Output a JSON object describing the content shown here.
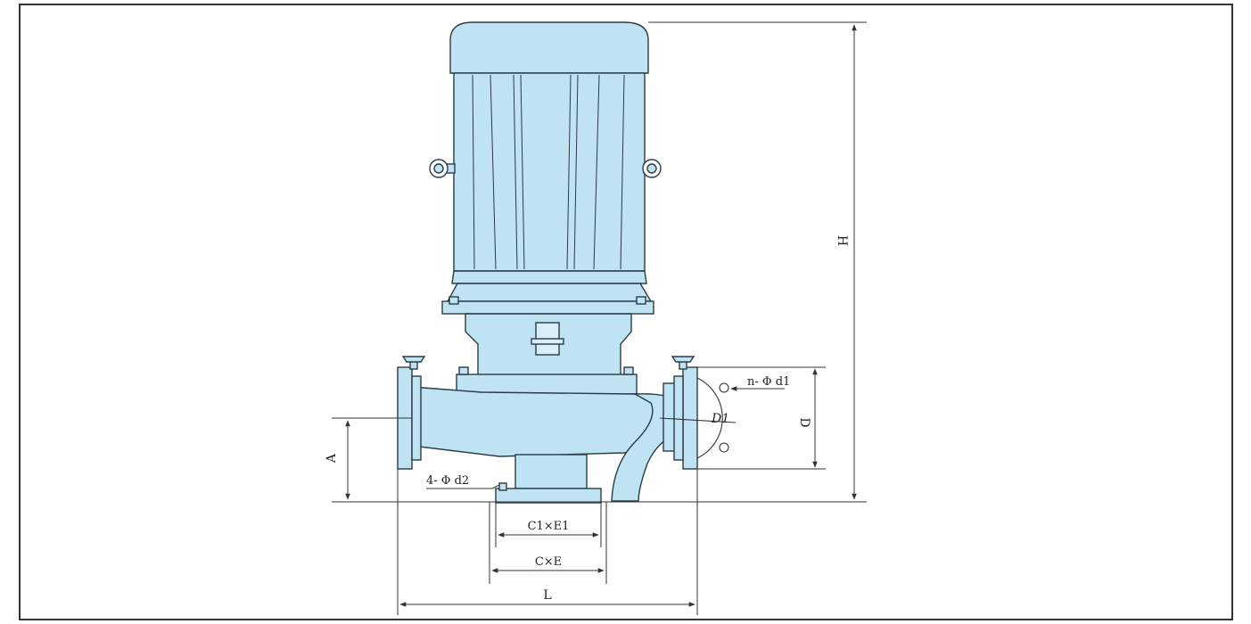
{
  "diagram": {
    "subject": "vertical inline pump outline drawing",
    "colors": {
      "body_fill": "#bfe3f3",
      "outline": "#2a3b47",
      "dim_line": "#333333",
      "frame": "#333333",
      "background": "#ffffff"
    },
    "labels": {
      "height": "H",
      "flange_diameter": "D",
      "bolt_circle": "D1",
      "flange_holes": "n- Φ d1",
      "axis_height": "A",
      "base_holes": "4- Φ d2",
      "base_inner": "C1×E1",
      "base_outer": "C×E",
      "length": "L"
    }
  }
}
